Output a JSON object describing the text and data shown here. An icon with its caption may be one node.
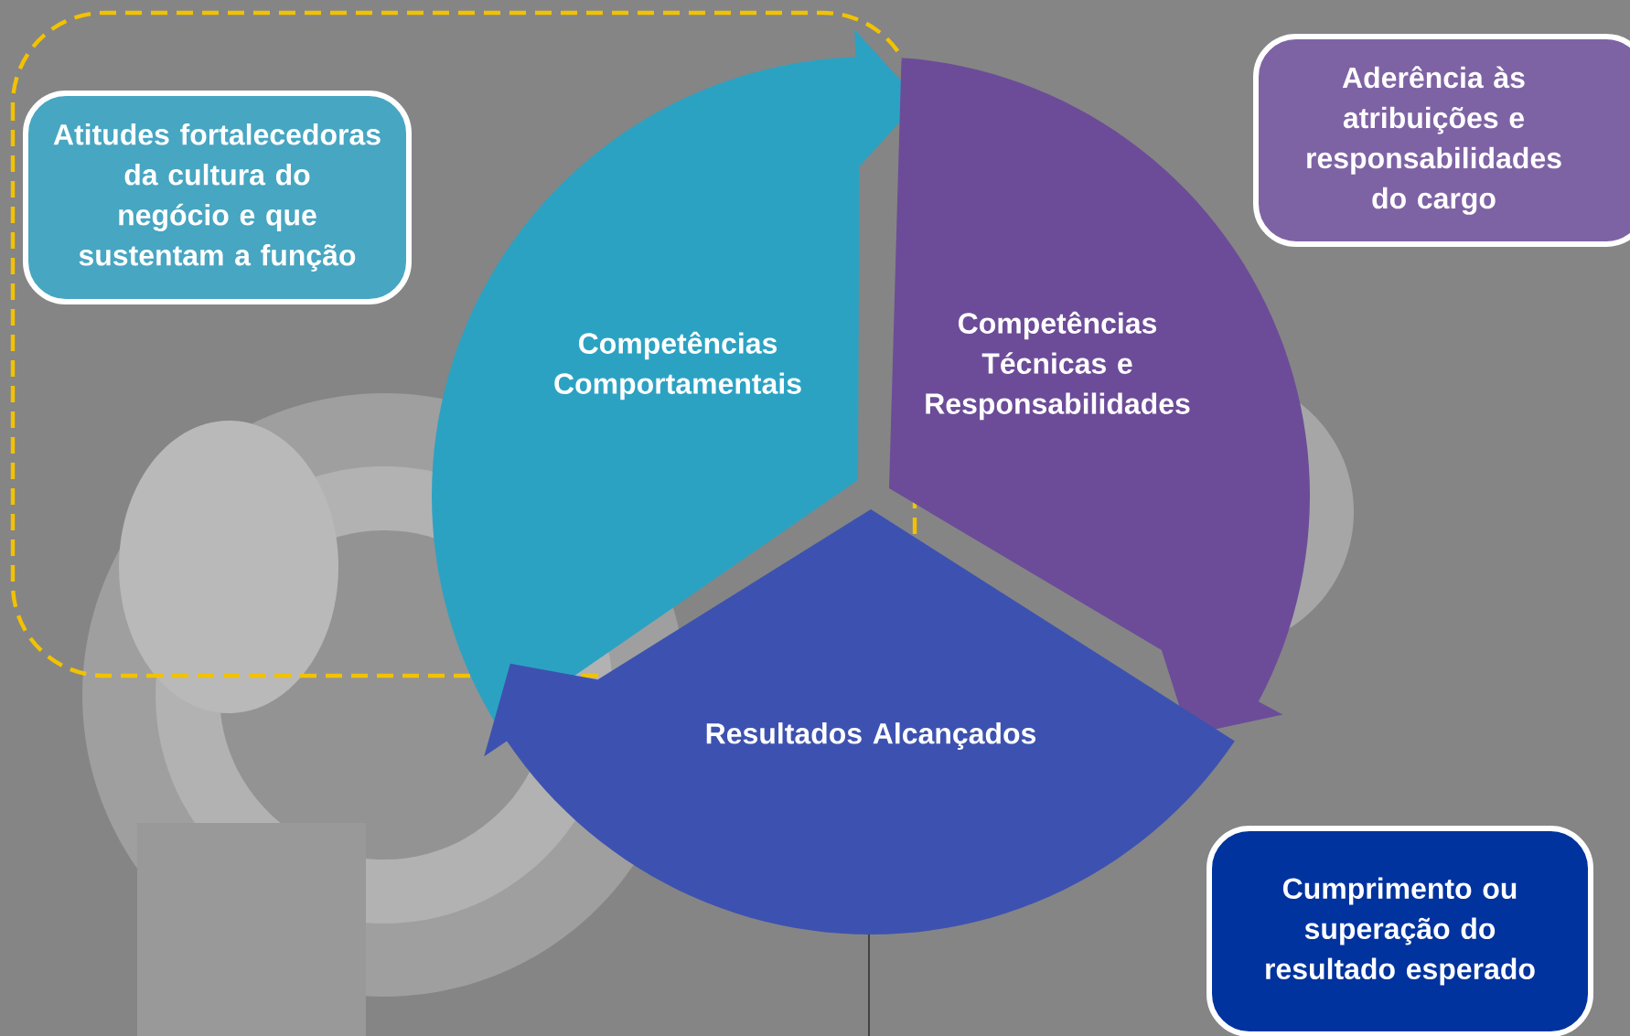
{
  "diagram": {
    "nodes": [
      {
        "text": [
          "Atitudes fortalecedoras da cultura do negócio e que sustentam a função"
        ]
      },
      {
        "text": [
          "Aderência às atribuições e responsabilidades do cargo"
        ]
      },
      {
        "text": [
          "Cumprimento ou superação do resultado esperado"
        ]
      },
      {
        "text": [
          "Competências Comportamentais"
        ]
      },
      {
        "text": [
          "Competências Técnicas e Responsabilidades"
        ]
      },
      {
        "text": [
          "Resultados Alcançados"
        ]
      }
    ]
  }
}
